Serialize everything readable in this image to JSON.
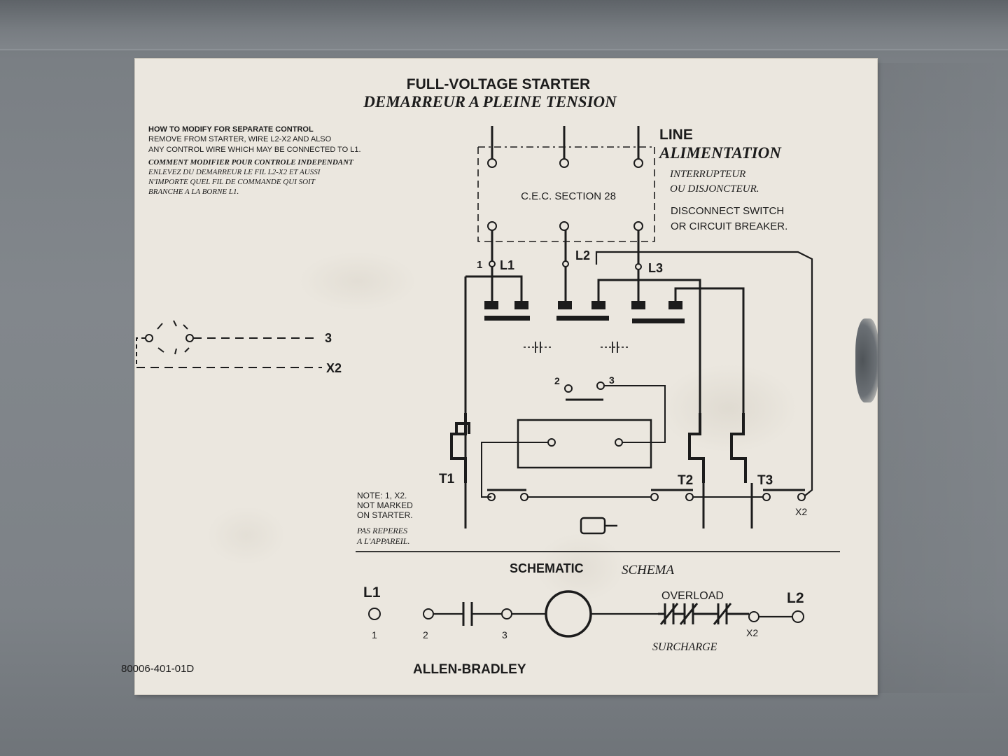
{
  "title": "FULL-VOLTAGE STARTER",
  "title_fr": "DEMARREUR A PLEINE TENSION",
  "instructions": {
    "heading": "HOW TO MODIFY FOR SEPARATE CONTROL",
    "line1": "REMOVE FROM STARTER, WIRE L2-X2 AND ALSO",
    "line2": "ANY CONTROL WIRE WHICH MAY BE CONNECTED TO L1.",
    "fr1": "COMMENT MODIFIER POUR CONTROLE INDEPENDANT",
    "fr2": "ENLEVEZ DU DEMARREUR LE FIL L2-X2 ET AUSSI",
    "fr3": "N'IMPORTE QUEL FIL DE COMMANDE QUI SOIT",
    "fr4": "BRANCHE A LA BORNE L1."
  },
  "line": {
    "label": "LINE",
    "label_fr": "ALIMENTATION",
    "fr1": "INTERRUPTEUR",
    "fr2": "OU DISJONCTEUR.",
    "en1": "DISCONNECT SWITCH",
    "en2": "OR CIRCUIT BREAKER."
  },
  "section": "C.E.C. SECTION 28",
  "terminals": {
    "one": "1",
    "l1": "L1",
    "l2": "L2",
    "l3": "L3",
    "t1": "T1",
    "t2": "T2",
    "t3": "T3",
    "x2": "X2",
    "two": "2",
    "three": "3"
  },
  "remote": {
    "three": "3",
    "x2": "X2"
  },
  "note": {
    "en1": "NOTE:  1, X2.",
    "en2": "NOT MARKED",
    "en3": "ON STARTER.",
    "fr1": "PAS REPERES",
    "fr2": "A L'APPAREIL."
  },
  "schematic": {
    "title": "SCHEMATIC",
    "title_fr": "SCHEMA",
    "l1": "L1",
    "l2": "L2",
    "n1": "1",
    "n2": "2",
    "n3": "3",
    "x2": "X2",
    "overload": "OVERLOAD",
    "overload_fr": "SURCHARGE"
  },
  "part_number": "80006-401-01D",
  "brand": "ALLEN-BRADLEY"
}
